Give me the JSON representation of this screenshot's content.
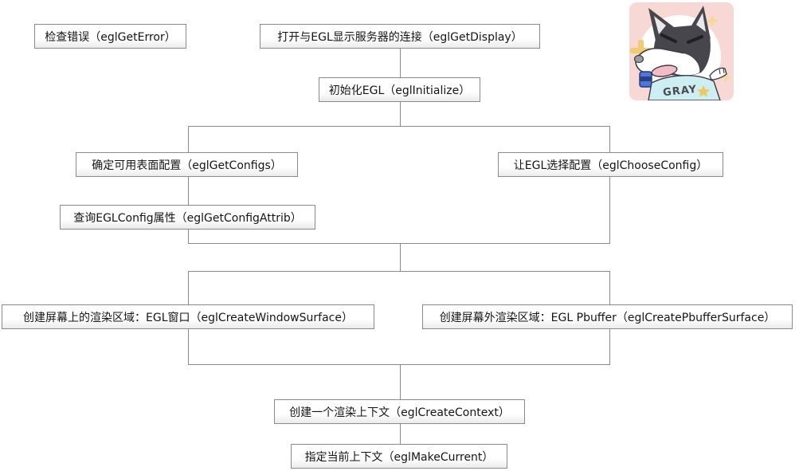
{
  "flowchart": {
    "line_color": "#8a8a8a",
    "node_border_color": "#8a8a8a",
    "nodes": [
      {
        "id": "check-error",
        "label": "检查错误（eglGetError）"
      },
      {
        "id": "get-display",
        "label": "打开与EGL显示服务器的连接（eglGetDisplay）"
      },
      {
        "id": "initialize",
        "label": "初始化EGL（eglInitialize）"
      },
      {
        "id": "get-configs",
        "label": "确定可用表面配置（eglGetConfigs）"
      },
      {
        "id": "choose-config",
        "label": "让EGL选择配置（eglChooseConfig）"
      },
      {
        "id": "get-config-attrib",
        "label": "查询EGLConfig属性（eglGetConfigAttrib）"
      },
      {
        "id": "create-window-surface",
        "label": "创建屏幕上的渲染区域：EGL窗口（eglCreateWindowSurface）"
      },
      {
        "id": "create-pbuffer-surface",
        "label": "创建屏幕外渲染区域：EGL Pbuffer（eglCreatePbufferSurface）"
      },
      {
        "id": "create-context",
        "label": "创建一个渲染上下文（eglCreateContext）"
      },
      {
        "id": "make-current",
        "label": "指定当前上下文（eglMakeCurrent）"
      }
    ]
  },
  "avatar": {
    "text": "GRAY",
    "colors": {
      "background": "#f8d8d5",
      "circle": "#ffffff",
      "fur_dark": "#46464c",
      "fur_light": "#ffffff",
      "shirt": "#cdeef3",
      "sparkle": "#f1ca72",
      "star": "#eec95e",
      "tongue": "#f5bcc8",
      "can": "#4a79dd"
    }
  }
}
